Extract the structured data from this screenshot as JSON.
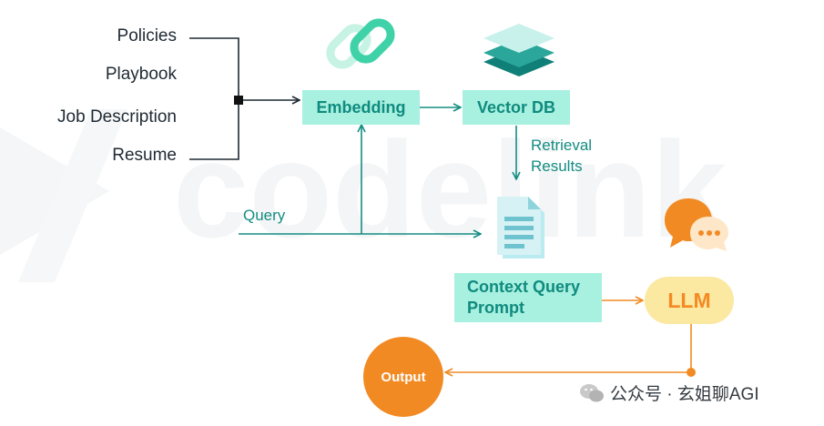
{
  "sources": [
    "Policies",
    "Playbook",
    "Job Description",
    "Resume"
  ],
  "nodes": {
    "embedding": "Embedding",
    "vector_db": "Vector DB",
    "retrieval_results": "Retrieval\nResults",
    "query": "Query",
    "context_prompt": "Context Query\nPrompt",
    "llm": "LLM",
    "output": "Output"
  },
  "watermark": {
    "logo_text": "codelink",
    "footer": "公众号 · 玄姐聊AGI"
  },
  "icons": {
    "embedding": "chain-link-icon",
    "vector_db": "database-layers-icon",
    "document": "document-icon",
    "chat": "chat-bubbles-icon",
    "footer": "wechat-icon"
  },
  "colors": {
    "box_fill": "#a8f0df",
    "box_text": "#0f8b7f",
    "teal_line": "#138d82",
    "llm_fill": "#fbe8a1",
    "llm_text": "#f58a23",
    "orange": "#f28a23",
    "source_text": "#1f2a33"
  }
}
